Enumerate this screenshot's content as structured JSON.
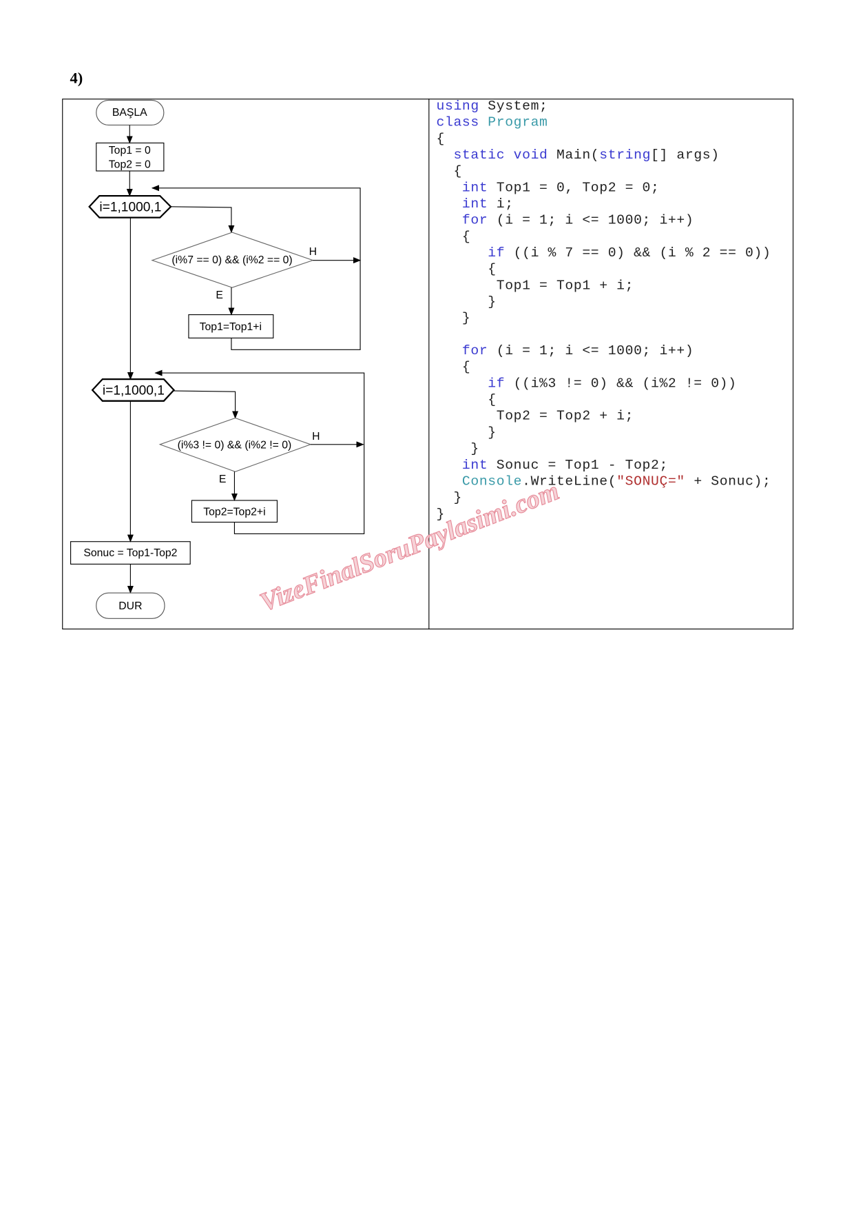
{
  "question_number": "4)",
  "flowchart": {
    "start": "BAŞLA",
    "init_line1": "Top1 = 0",
    "init_line2": "Top2 = 0",
    "loop1": "i=1,1000,1",
    "cond1": "(i%7 == 0) && (i%2 == 0)",
    "cond1_false": "H",
    "cond1_true": "E",
    "action1": "Top1=Top1+i",
    "loop2": "i=1,1000,1",
    "cond2": "(i%3 != 0) && (i%2 != 0)",
    "cond2_false": "H",
    "cond2_true": "E",
    "action2": "Top2=Top2+i",
    "result": "Sonuc = Top1-Top2",
    "end": "DUR"
  },
  "code": {
    "l0a": "using",
    "l0b": " System;",
    "l1a": "class",
    "l1b": " Program",
    "l2": "{",
    "l3a": "  static void ",
    "l3b": "Main(",
    "l3c": "string",
    "l3d": "[] args)",
    "l4": "  {",
    "l5a": "   int",
    "l5b": " Top1 = 0, Top2 = 0;",
    "l6a": "   int",
    "l6b": " i;",
    "l7a": "   for",
    "l7b": " (i = 1; i <= 1000; i++)",
    "l8": "   {",
    "l9a": "      if",
    "l9b": " ((i % 7 == 0) && (i % 2 == 0))",
    "l10": "      {",
    "l11": "       Top1 = Top1 + i;",
    "l12": "      }",
    "l13": "   }",
    "l15a": "   for",
    "l15b": " (i = 1; i <= 1000; i++)",
    "l16": "   {",
    "l17a": "      if",
    "l17b": " ((i%3 != 0) && (i%2 != 0))",
    "l18": "      {",
    "l19": "       Top2 = Top2 + i;",
    "l20": "      }",
    "l21": "    }",
    "l22a": "   int",
    "l22b": " Sonuc = Top1 - Top2;",
    "l23a": "   Console",
    "l23b": ".WriteLine(",
    "l23c": "\"SONUÇ=\"",
    "l23d": " + Sonuc);",
    "l24": "  }",
    "l25": "}"
  },
  "watermark": "VizeFinalSoruPaylasimi.com"
}
